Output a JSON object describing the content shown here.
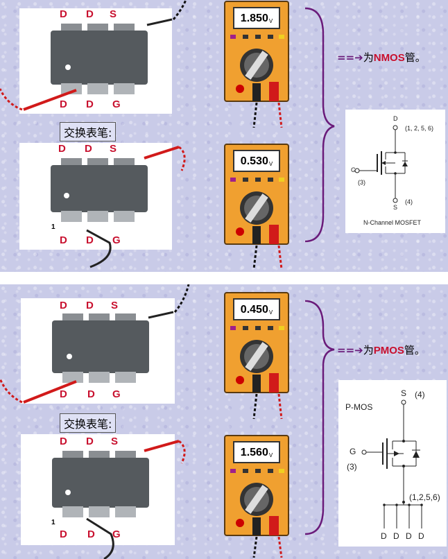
{
  "nmos": {
    "top_pins": [
      "D",
      "D",
      "S"
    ],
    "bottom_pins": [
      "D",
      "D",
      "G"
    ],
    "second_top_pins": [
      "D",
      "D",
      "S"
    ],
    "second_bottom_pins": [
      "D",
      "D",
      "G"
    ],
    "pin1_marker": "1",
    "swap_label": "交换表笔:",
    "reading1": "1.850",
    "reading2": "0.530",
    "unit": "V",
    "result_arrow": "==➔",
    "result_prefix": "为",
    "result_type": "NMOS",
    "result_suffix": "管。",
    "symbol": {
      "drain_letter": "D",
      "drain_pins": "(1, 2, 5, 6)",
      "gate_letter": "G",
      "gate_pin": "(3)",
      "source_letter": "S",
      "source_pin": "(4)",
      "caption": "N-Channel MOSFET"
    }
  },
  "pmos": {
    "top_pins": [
      "D",
      "D",
      "S"
    ],
    "bottom_pins": [
      "D",
      "D",
      "G"
    ],
    "second_top_pins": [
      "D",
      "D",
      "S"
    ],
    "second_bottom_pins": [
      "D",
      "D",
      "G"
    ],
    "pin1_marker": "1",
    "swap_label": "交换表笔:",
    "reading1": "0.450",
    "reading2": "1.560",
    "unit": "V",
    "result_arrow": "==➔",
    "result_prefix": "为",
    "result_type": "PMOS",
    "result_suffix": "管。",
    "symbol": {
      "title": "P-MOS",
      "source_letter": "S",
      "source_pin": "(4)",
      "gate_letter": "G",
      "gate_pin": "(3)",
      "drain_pins": "(1,2,5,6)",
      "drain_letters": [
        "D",
        "D",
        "D",
        "D"
      ]
    }
  },
  "colors": {
    "background": "#c9cbe8",
    "pin_label": "#c8102e",
    "meter_body": "#f0a030",
    "chip_body": "#555a5e",
    "probe_red": "#d11a1a",
    "bracket": "#6a1b7a"
  }
}
